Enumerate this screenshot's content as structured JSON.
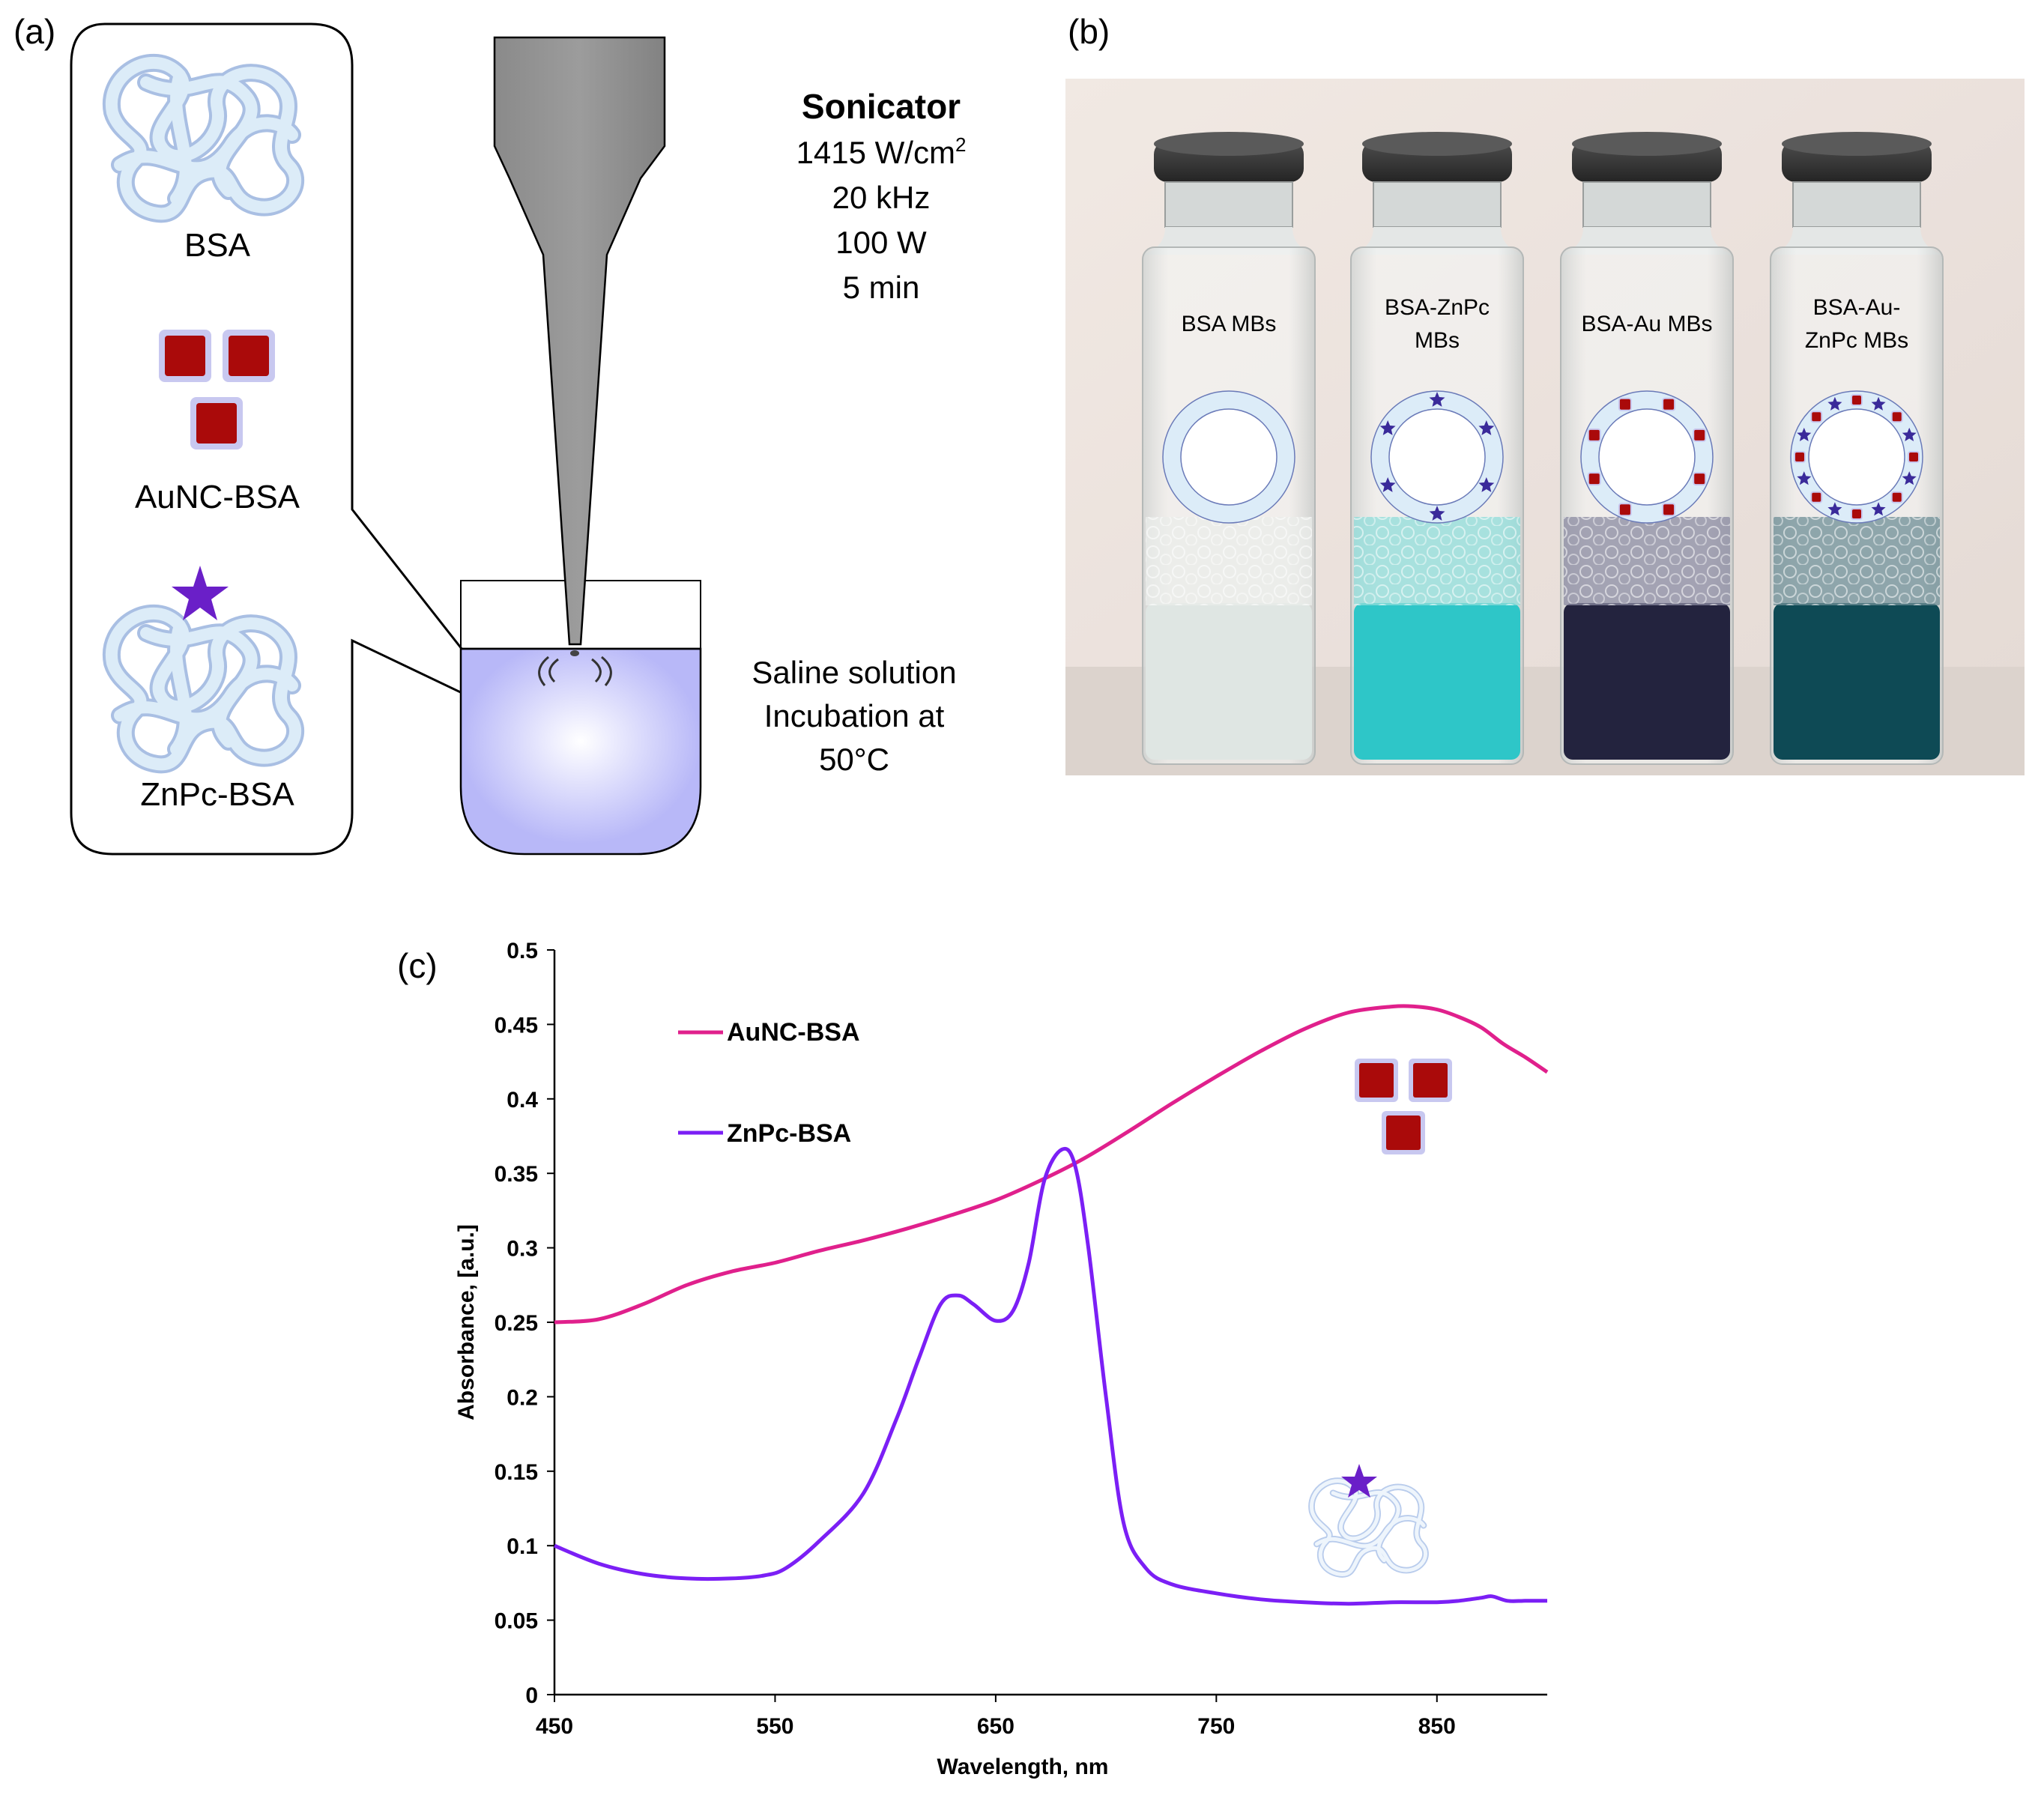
{
  "panel_a": {
    "label": "(a)",
    "callout_items": [
      "BSA",
      "AuNC-BSA",
      "ZnPc-BSA"
    ],
    "sonicator": {
      "title": "Sonicator",
      "intensity": "1415 W/cm",
      "intensity_exp": "2",
      "frequency": "20 kHz",
      "power": "100 W",
      "time": "5 min"
    },
    "solution": {
      "line1": "Saline solution",
      "line2": "Incubation at",
      "line3": "50°C"
    },
    "colors": {
      "liquid": "#b8b8f8",
      "protein": "#dcecf8",
      "gold": "#aa0a0a",
      "star": "#6a1fc8"
    }
  },
  "panel_b": {
    "label": "(b)",
    "vials": [
      {
        "label_1": "BSA MBs",
        "label_2": "",
        "liquid_color": "#dfe6e3",
        "decoration": "none"
      },
      {
        "label_1": "BSA-ZnPc",
        "label_2": "MBs",
        "liquid_color": "#2ec6c8",
        "decoration": "stars"
      },
      {
        "label_1": "BSA-Au MBs",
        "label_2": "",
        "liquid_color": "#23233e",
        "decoration": "squares"
      },
      {
        "label_1": "BSA-Au-",
        "label_2": "ZnPc MBs",
        "liquid_color": "#0e4a55",
        "decoration": "both"
      }
    ]
  },
  "panel_c": {
    "label": "(c)"
  },
  "chart_data": {
    "type": "line",
    "xlabel": "Wavelength, nm",
    "ylabel": "Absorbance, [a.u.]",
    "xlim": [
      450,
      900
    ],
    "ylim": [
      0,
      0.5
    ],
    "x_ticks": [
      "450",
      "550",
      "650",
      "750",
      "850"
    ],
    "y_ticks": [
      "0",
      "0.05",
      "0.1",
      "0.15",
      "0.2",
      "0.25",
      "0.3",
      "0.35",
      "0.4",
      "0.45",
      "0.5"
    ],
    "legend_position": "top-left",
    "grid": false,
    "series": [
      {
        "name": "AuNC-BSA",
        "color": "#e0208c",
        "points": [
          [
            450,
            0.25
          ],
          [
            470,
            0.252
          ],
          [
            490,
            0.262
          ],
          [
            510,
            0.275
          ],
          [
            530,
            0.284
          ],
          [
            550,
            0.29
          ],
          [
            570,
            0.298
          ],
          [
            590,
            0.305
          ],
          [
            610,
            0.313
          ],
          [
            630,
            0.322
          ],
          [
            650,
            0.332
          ],
          [
            670,
            0.345
          ],
          [
            690,
            0.36
          ],
          [
            710,
            0.378
          ],
          [
            730,
            0.397
          ],
          [
            750,
            0.415
          ],
          [
            770,
            0.432
          ],
          [
            790,
            0.447
          ],
          [
            810,
            0.458
          ],
          [
            830,
            0.462
          ],
          [
            840,
            0.462
          ],
          [
            850,
            0.46
          ],
          [
            860,
            0.455
          ],
          [
            870,
            0.448
          ],
          [
            880,
            0.437
          ],
          [
            890,
            0.428
          ],
          [
            900,
            0.418
          ]
        ]
      },
      {
        "name": "ZnPc-BSA",
        "color": "#7b1ff5",
        "points": [
          [
            450,
            0.1
          ],
          [
            470,
            0.088
          ],
          [
            490,
            0.081
          ],
          [
            510,
            0.078
          ],
          [
            530,
            0.078
          ],
          [
            545,
            0.08
          ],
          [
            555,
            0.085
          ],
          [
            570,
            0.103
          ],
          [
            590,
            0.135
          ],
          [
            605,
            0.185
          ],
          [
            615,
            0.225
          ],
          [
            625,
            0.262
          ],
          [
            633,
            0.268
          ],
          [
            640,
            0.262
          ],
          [
            650,
            0.251
          ],
          [
            658,
            0.258
          ],
          [
            665,
            0.29
          ],
          [
            672,
            0.345
          ],
          [
            680,
            0.366
          ],
          [
            686,
            0.355
          ],
          [
            692,
            0.3
          ],
          [
            700,
            0.2
          ],
          [
            708,
            0.115
          ],
          [
            718,
            0.085
          ],
          [
            730,
            0.074
          ],
          [
            750,
            0.068
          ],
          [
            770,
            0.064
          ],
          [
            790,
            0.062
          ],
          [
            810,
            0.061
          ],
          [
            830,
            0.062
          ],
          [
            850,
            0.062
          ],
          [
            860,
            0.063
          ],
          [
            870,
            0.065
          ],
          [
            875,
            0.066
          ],
          [
            882,
            0.063
          ],
          [
            890,
            0.063
          ],
          [
            900,
            0.063
          ]
        ]
      }
    ]
  }
}
